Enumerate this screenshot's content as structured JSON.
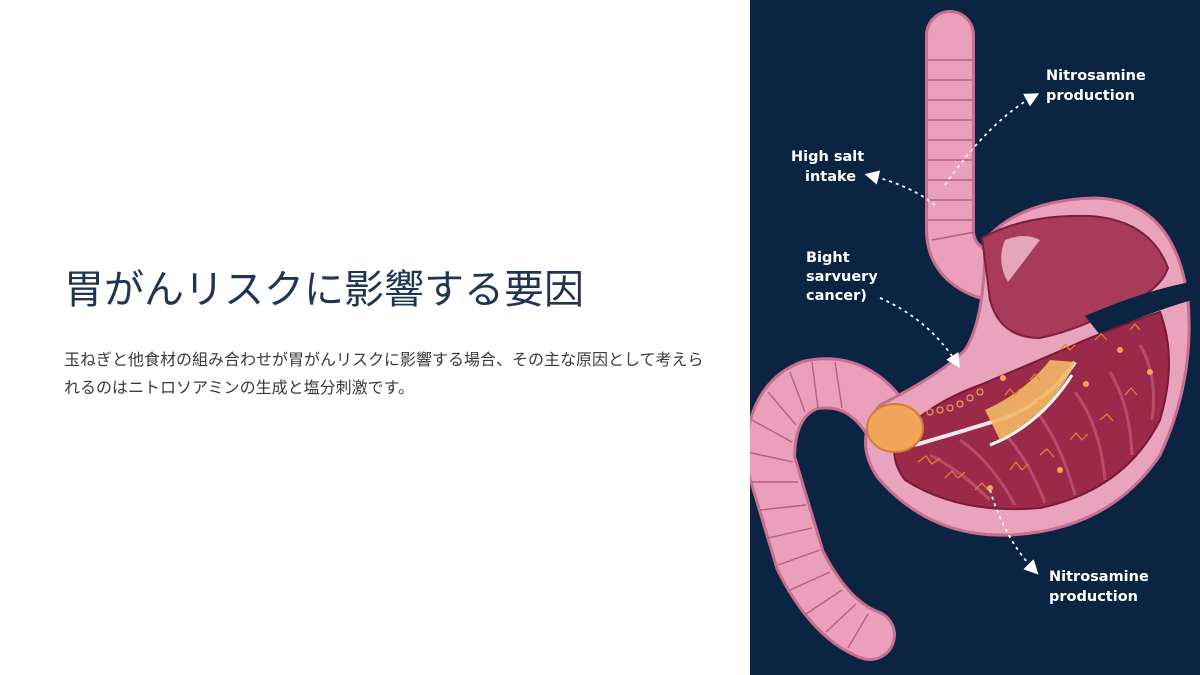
{
  "slide": {
    "title": "胃がんリスクに影響する要因",
    "body": "玉ねぎと他食材の組み合わせが胃がんリスクに影響する場合、その主な原因として考えられるのはニトロソアミンの生成と塩分刺激です。"
  },
  "diagram": {
    "labels": {
      "top_right": [
        "Nitrosamine",
        "production"
      ],
      "top_left": [
        "High salt",
        "intake"
      ],
      "middle_left": [
        "Bight",
        "sarvuery",
        "cancer)"
      ],
      "bottom_right": [
        "Nitrosamine",
        "production"
      ]
    },
    "colors": {
      "background": "#0b2442",
      "tissue_pink": "#e8a0b8",
      "muscle_red": "#9b2a4a",
      "nerve_orange": "#f0a24a"
    }
  }
}
